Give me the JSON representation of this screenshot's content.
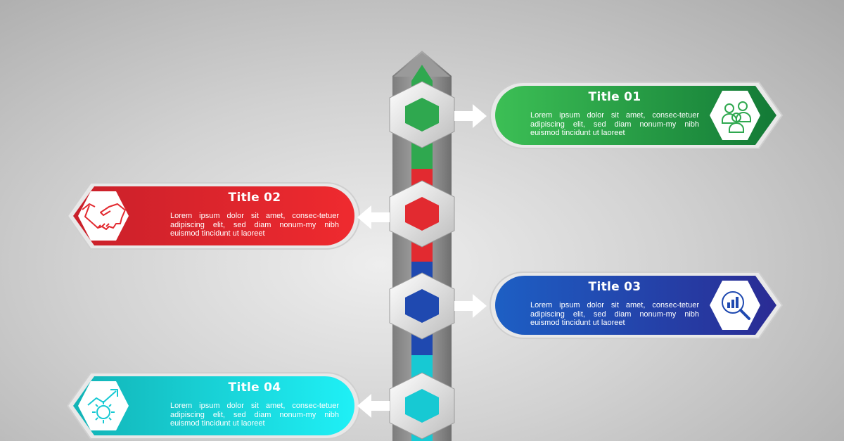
{
  "colors": {
    "green": "#2fa84f",
    "red": "#e22a30",
    "blue": "#1f49b0",
    "cyan": "#17c9d3",
    "pole": "#8a8a8a"
  },
  "steps": [
    {
      "title": "Title 01",
      "body": "Lorem ipsum dolor sit amet, consec-tetuer adipiscing elit, sed diam nonum-my nibh euismod tincidunt ut laoreet",
      "icon": "people-group-icon",
      "color": "green"
    },
    {
      "title": "Title 02",
      "body": "Lorem ipsum dolor sit amet, consec-tetuer adipiscing elit, sed diam nonum-my nibh euismod tincidunt ut laoreet",
      "icon": "handshake-icon",
      "color": "red"
    },
    {
      "title": "Title 03",
      "body": "Lorem ipsum dolor sit amet, consec-tetuer adipiscing elit, sed diam nonum-my nibh euismod tincidunt ut laoreet",
      "icon": "magnifier-chart-icon",
      "color": "blue"
    },
    {
      "title": "Title 04",
      "body": "Lorem ipsum dolor sit amet, consec-tetuer adipiscing elit, sed diam nonum-my nibh euismod tincidunt ut laoreet",
      "icon": "gear-growth-icon",
      "color": "cyan"
    }
  ]
}
